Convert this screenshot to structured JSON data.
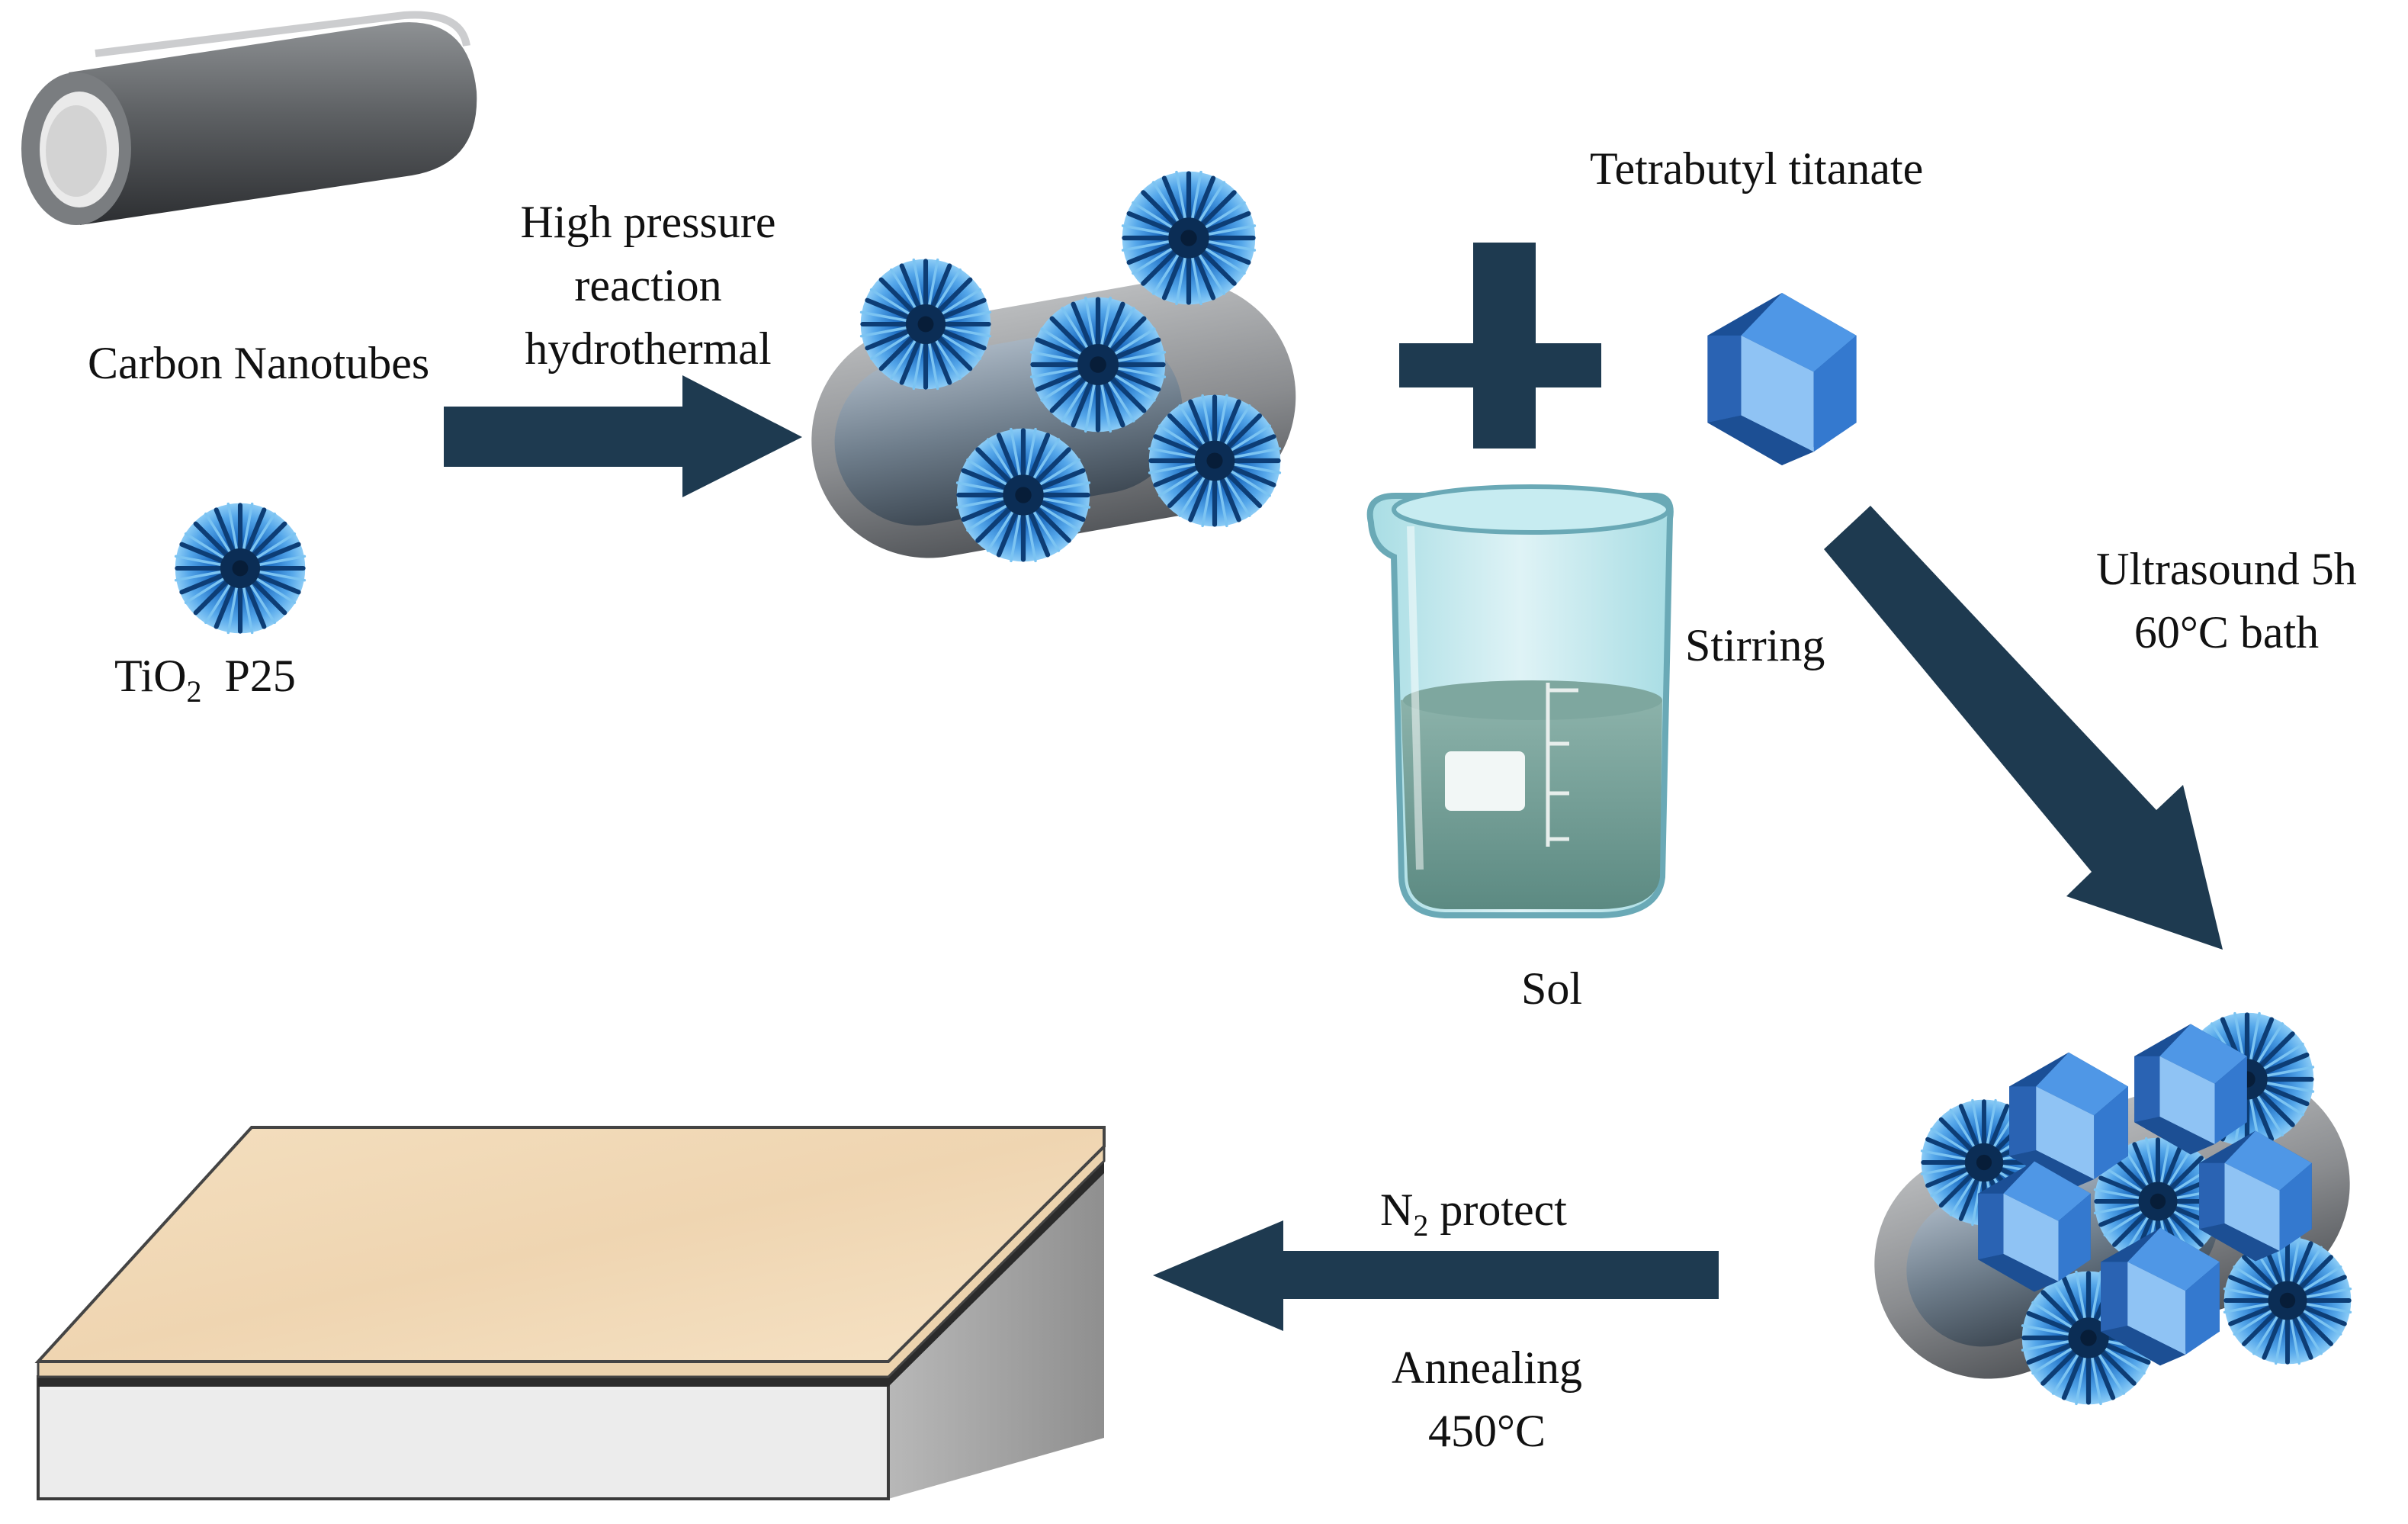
{
  "labels": {
    "carbon_nanotubes": "Carbon Nanotubes",
    "tio2_main": "TiO",
    "tio2_sub": "2",
    "tio2_suffix": "P25",
    "hydro_line1": "High pressure",
    "hydro_line2": "reaction",
    "hydro_line3": "hydrothermal",
    "tetrabutyl": "Tetrabutyl titanate",
    "stirring": "Stirring",
    "sol": "Sol",
    "ultra_line1": "Ultrasound 5h",
    "ultra_line2": "60°C bath",
    "n2_main": "N",
    "n2_sub": "2",
    "n2_suffix": "protect",
    "anneal_line1": "Annealing",
    "anneal_line2": "450°C"
  },
  "colors": {
    "arrow": "#1e3a50",
    "nanotube": "#6d7073",
    "tio2_particle": "#1f70c4",
    "crystal": "#3d8be0",
    "beaker_liquid": "#6f9e96",
    "film_surface": "#f2d8b4",
    "substrate": "#eeeeee"
  }
}
